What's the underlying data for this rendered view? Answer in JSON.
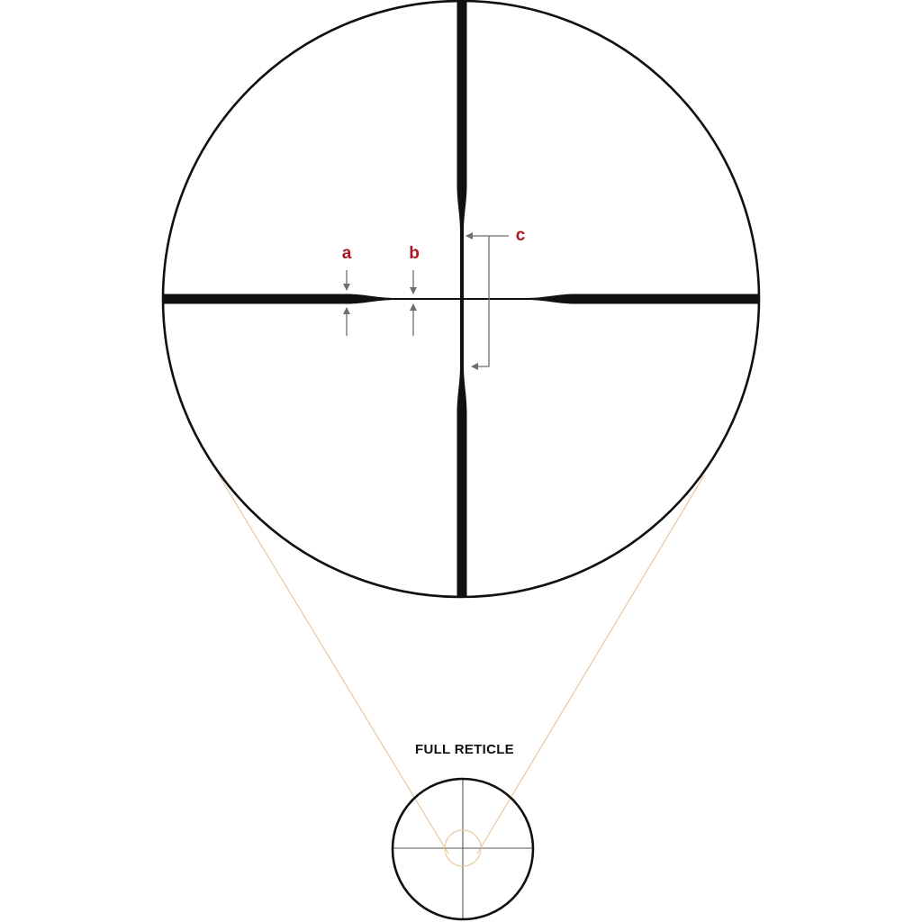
{
  "callouts": {
    "a": "a",
    "b": "b",
    "c": "c"
  },
  "caption": "FULL RETICLE",
  "colors": {
    "reticle": "#111111",
    "callout_label": "#a81a1f",
    "callout_arrow": "#6e6e6e",
    "zoom_line": "#e8c9a0"
  }
}
